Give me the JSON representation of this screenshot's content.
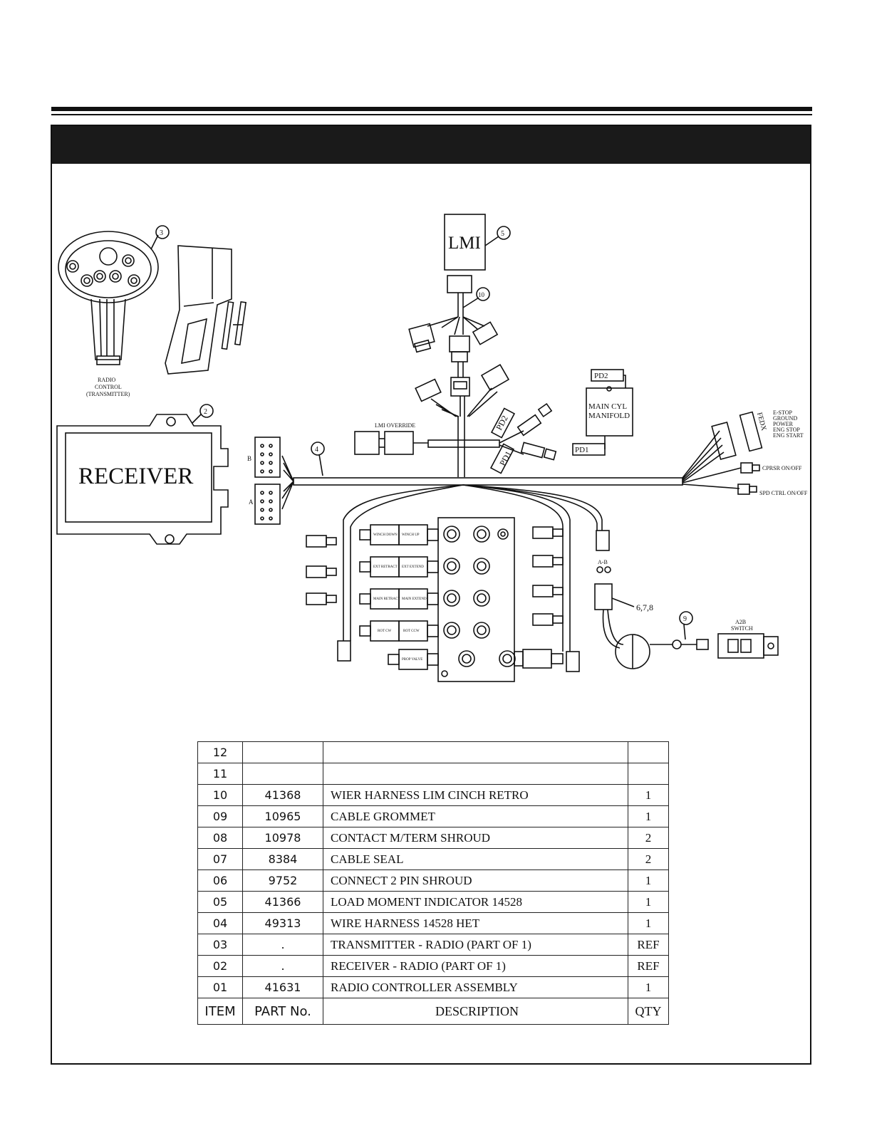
{
  "diagram": {
    "receiver_label": "RECEIVER",
    "lmi_label": "LMI",
    "transmitter_caption": [
      "RADIO",
      "CONTROL",
      "(TRANSMITTER)"
    ],
    "lmi_override": "LMI OVERRIDE",
    "main_cyl_manifold": [
      "MAIN CYL",
      "MANIFOLD"
    ],
    "pd1": "PD1",
    "pd2": "PD2",
    "fedx": "FEDX",
    "estop_lines": [
      "E-STOP",
      "GROUND",
      "POWER",
      "ENG STOP",
      "ENG START"
    ],
    "cprsr": "CPRSR ON/OFF",
    "spd_ctrl": "SPD CTRL ON/OFF",
    "plug_a": "A",
    "plug_b": "B",
    "ab_label": "A-B",
    "a2b_switch": [
      "A2B",
      "SWITCH"
    ],
    "callouts": {
      "c2": "2",
      "c3": "3",
      "c4": "4",
      "c5": "5",
      "c9": "9",
      "c10": "10",
      "c678": "6,7,8"
    },
    "valves": [
      [
        "WINCH DOWN",
        "WINCH UP"
      ],
      [
        "EXT RETRACT",
        "EXT EXTEND"
      ],
      [
        "MAIN RETRACT",
        "MAIN EXTEND"
      ],
      [
        "ROT CW",
        "ROT CCW"
      ],
      [
        "PROP VALVE"
      ]
    ]
  },
  "table": {
    "rows": [
      {
        "item": "12",
        "part": "",
        "desc": "",
        "qty": ""
      },
      {
        "item": "11",
        "part": "",
        "desc": "",
        "qty": ""
      },
      {
        "item": "10",
        "part": "41368",
        "desc": "WIER HARNESS LIM CINCH RETRO",
        "qty": "1"
      },
      {
        "item": "09",
        "part": "10965",
        "desc": "CABLE GROMMET",
        "qty": "1"
      },
      {
        "item": "08",
        "part": "10978",
        "desc": "CONTACT M/TERM SHROUD",
        "qty": "2"
      },
      {
        "item": "07",
        "part": "8384",
        "desc": "CABLE SEAL",
        "qty": "2"
      },
      {
        "item": "06",
        "part": "9752",
        "desc": "CONNECT 2 PIN SHROUD",
        "qty": "1"
      },
      {
        "item": "05",
        "part": "41366",
        "desc": "LOAD MOMENT INDICATOR 14528",
        "qty": "1"
      },
      {
        "item": "04",
        "part": "49313",
        "desc": "WIRE HARNESS 14528 HET",
        "qty": "1"
      },
      {
        "item": "03",
        "part": ".",
        "desc": "TRANSMITTER - RADIO (PART OF 1)",
        "qty": "REF"
      },
      {
        "item": "02",
        "part": ".",
        "desc": "RECEIVER - RADIO (PART OF 1)",
        "qty": "REF"
      },
      {
        "item": "01",
        "part": "41631",
        "desc": "RADIO CONTROLLER ASSEMBLY",
        "qty": "1"
      }
    ],
    "header": {
      "item": "ITEM",
      "part": "PART No.",
      "desc": "DESCRIPTION",
      "qty": "QTY"
    }
  }
}
